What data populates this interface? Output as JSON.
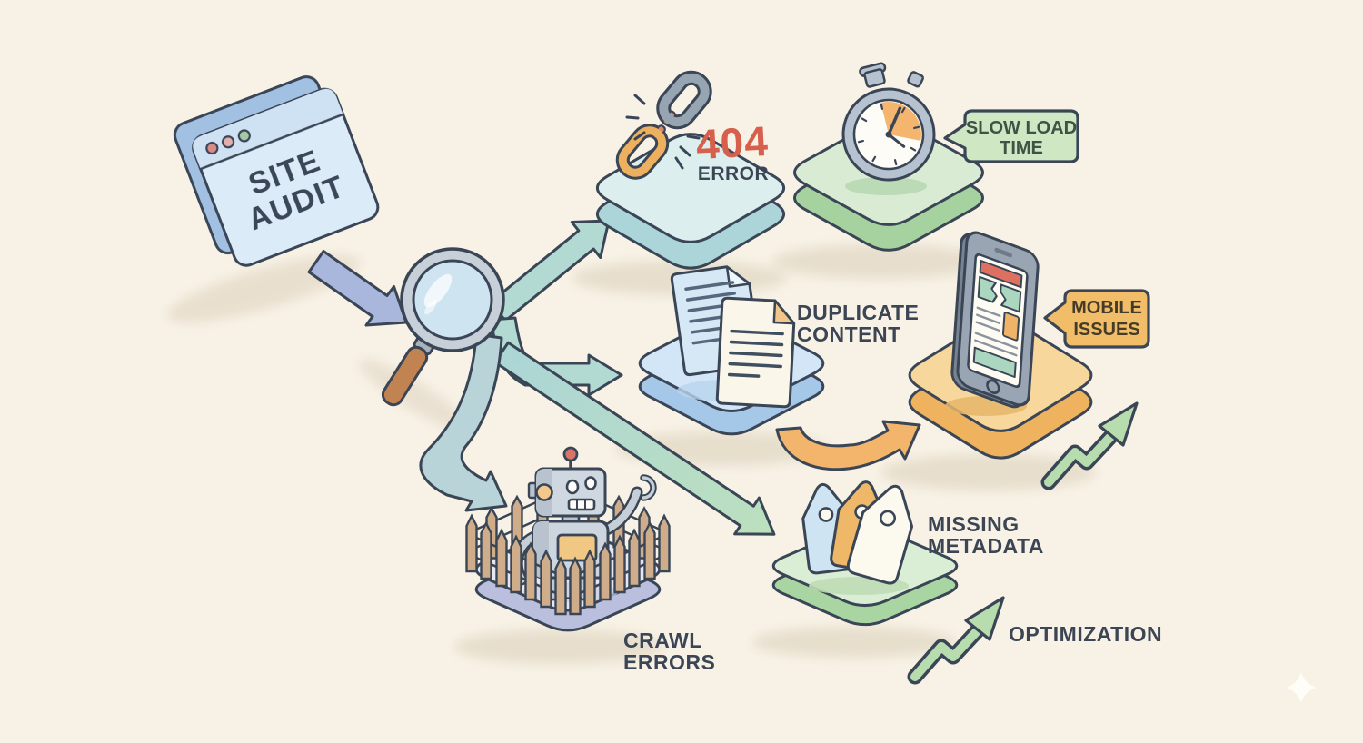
{
  "scene": {
    "background": "#f8f2e6",
    "description": "Isometric SEO site-audit illustration"
  },
  "browser": {
    "title_lines": [
      "SITE",
      "AUDIT"
    ]
  },
  "nodes": {
    "broken_link": {
      "value": "404",
      "label": "ERROR"
    },
    "slow_load": {
      "badge_lines": [
        "SLOW LOAD",
        "TIME"
      ]
    },
    "duplicate_content": {
      "label_lines": [
        "DUPLICATE",
        "CONTENT"
      ]
    },
    "mobile_issues": {
      "badge_lines": [
        "MOBILE",
        "ISSUES"
      ]
    },
    "crawl_errors": {
      "label_lines": [
        "CRAWL",
        "ERRORS"
      ]
    },
    "missing_metadata": {
      "label_lines": [
        "MISSING",
        "METADATA"
      ]
    },
    "optimization": {
      "label": "OPTIMIZATION"
    }
  },
  "icons": [
    "browser-window-icon",
    "magnifier-icon",
    "broken-chain-icon",
    "stopwatch-icon",
    "documents-icon",
    "smartphone-icon",
    "robot-icon",
    "fence-icon",
    "price-tags-icon",
    "growth-arrow-icon",
    "sparkle-icon"
  ],
  "colors": {
    "error_red": "#d6604c",
    "accent_orange": "#f0b05c",
    "arrow_teal": "#b2dad2",
    "arrow_blue": "#a9b7dc",
    "badge_green": "#cfe7c3",
    "badge_orange": "#f2bd68",
    "text_dark": "#3b4554",
    "outline": "#3a4656"
  }
}
